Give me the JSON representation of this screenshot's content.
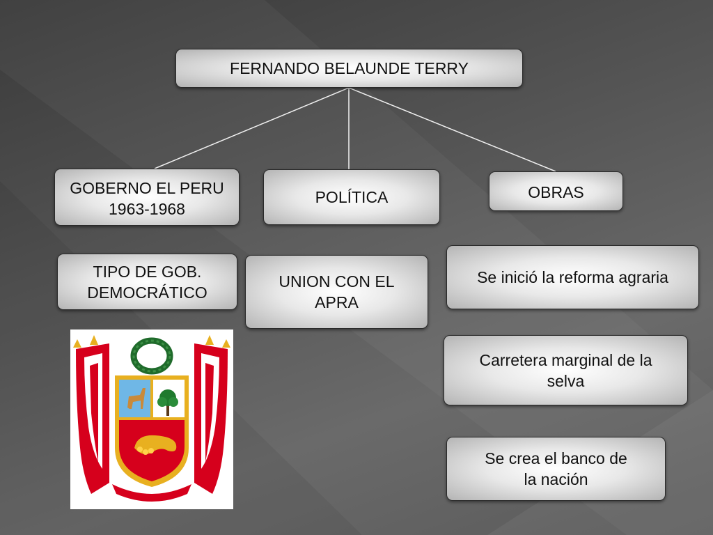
{
  "diagram": {
    "root": {
      "label": "FERNANDO BELAUNDE TERRY"
    },
    "branches": [
      {
        "label": "GOBERNO EL PERU\n1963-1968"
      },
      {
        "label": "POLÍTICA"
      },
      {
        "label": "OBRAS"
      }
    ],
    "details": {
      "gobierno": {
        "label": "TIPO DE GOB.\nDEMOCRÁTICO"
      },
      "politica": {
        "label": "UNION CON EL\nAPRA"
      },
      "obras": [
        {
          "label": "Se inició la reforma agraria"
        },
        {
          "label": "Carretera marginal de la\nselva"
        },
        {
          "label": "Se crea el banco de\nla nación"
        }
      ]
    },
    "coat_of_arms": {
      "icon": "peru-coat-of-arms-icon"
    }
  },
  "colors": {
    "box_fill": "#e8e8e8",
    "connector": "#f0f0f0",
    "flag_red": "#d6001c",
    "shield_gold": "#e8b020",
    "laurel_green": "#1f6b2b"
  }
}
